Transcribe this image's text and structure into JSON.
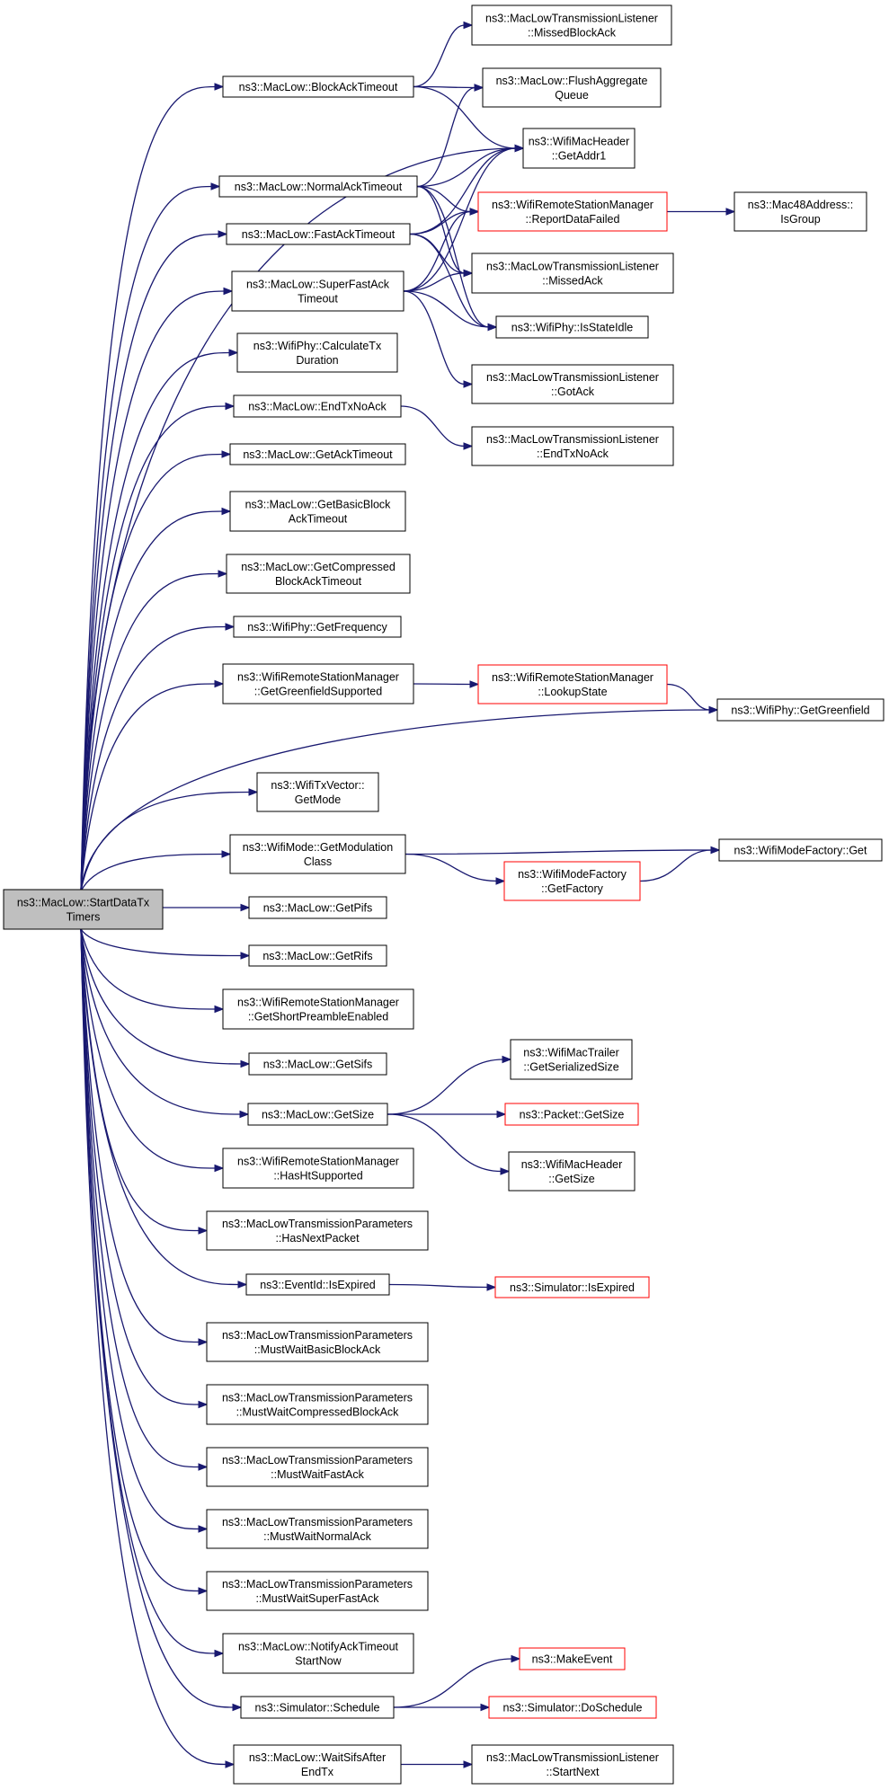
{
  "nodes": [
    {
      "id": "root",
      "lines": [
        "ns3::MacLow::StartDataTx",
        "Timers"
      ],
      "border": "root"
    },
    {
      "id": "blockAckTimeout",
      "lines": [
        "ns3::MacLow::BlockAckTimeout"
      ],
      "border": "black"
    },
    {
      "id": "normalAckTimeout",
      "lines": [
        "ns3::MacLow::NormalAckTimeout"
      ],
      "border": "black"
    },
    {
      "id": "fastAckTimeout",
      "lines": [
        "ns3::MacLow::FastAckTimeout"
      ],
      "border": "black"
    },
    {
      "id": "superFastAckTimeout",
      "lines": [
        "ns3::MacLow::SuperFastAck",
        "Timeout"
      ],
      "border": "black"
    },
    {
      "id": "calculateTxDuration",
      "lines": [
        "ns3::WifiPhy::CalculateTx",
        "Duration"
      ],
      "border": "black"
    },
    {
      "id": "endTxNoAck",
      "lines": [
        "ns3::MacLow::EndTxNoAck"
      ],
      "border": "black"
    },
    {
      "id": "getAckTimeout",
      "lines": [
        "ns3::MacLow::GetAckTimeout"
      ],
      "border": "black"
    },
    {
      "id": "getBasicBlockAckTimeout",
      "lines": [
        "ns3::MacLow::GetBasicBlock",
        "AckTimeout"
      ],
      "border": "black"
    },
    {
      "id": "getCompressedBlockAckTimeout",
      "lines": [
        "ns3::MacLow::GetCompressed",
        "BlockAckTimeout"
      ],
      "border": "black"
    },
    {
      "id": "getFrequency",
      "lines": [
        "ns3::WifiPhy::GetFrequency"
      ],
      "border": "black"
    },
    {
      "id": "getGreenfieldSupported",
      "lines": [
        "ns3::WifiRemoteStationManager",
        "::GetGreenfieldSupported"
      ],
      "border": "black"
    },
    {
      "id": "getMode",
      "lines": [
        "ns3::WifiTxVector::",
        "GetMode"
      ],
      "border": "black"
    },
    {
      "id": "getModulationClass",
      "lines": [
        "ns3::WifiMode::GetModulation",
        "Class"
      ],
      "border": "black"
    },
    {
      "id": "getPifs",
      "lines": [
        "ns3::MacLow::GetPifs"
      ],
      "border": "black"
    },
    {
      "id": "getRifs",
      "lines": [
        "ns3::MacLow::GetRifs"
      ],
      "border": "black"
    },
    {
      "id": "getShortPreambleEnabled",
      "lines": [
        "ns3::WifiRemoteStationManager",
        "::GetShortPreambleEnabled"
      ],
      "border": "black"
    },
    {
      "id": "getSifs",
      "lines": [
        "ns3::MacLow::GetSifs"
      ],
      "border": "black"
    },
    {
      "id": "getSize",
      "lines": [
        "ns3::MacLow::GetSize"
      ],
      "border": "black"
    },
    {
      "id": "hasHtSupported",
      "lines": [
        "ns3::WifiRemoteStationManager",
        "::HasHtSupported"
      ],
      "border": "black"
    },
    {
      "id": "hasNextPacket",
      "lines": [
        "ns3::MacLowTransmissionParameters",
        "::HasNextPacket"
      ],
      "border": "black"
    },
    {
      "id": "isExpired",
      "lines": [
        "ns3::EventId::IsExpired"
      ],
      "border": "black"
    },
    {
      "id": "mustWaitBasicBlockAck",
      "lines": [
        "ns3::MacLowTransmissionParameters",
        "::MustWaitBasicBlockAck"
      ],
      "border": "black"
    },
    {
      "id": "mustWaitCompressedBlockAck",
      "lines": [
        "ns3::MacLowTransmissionParameters",
        "::MustWaitCompressedBlockAck"
      ],
      "border": "black"
    },
    {
      "id": "mustWaitFastAck",
      "lines": [
        "ns3::MacLowTransmissionParameters",
        "::MustWaitFastAck"
      ],
      "border": "black"
    },
    {
      "id": "mustWaitNormalAck",
      "lines": [
        "ns3::MacLowTransmissionParameters",
        "::MustWaitNormalAck"
      ],
      "border": "black"
    },
    {
      "id": "mustWaitSuperFastAck",
      "lines": [
        "ns3::MacLowTransmissionParameters",
        "::MustWaitSuperFastAck"
      ],
      "border": "black"
    },
    {
      "id": "notifyAckTimeoutStartNow",
      "lines": [
        "ns3::MacLow::NotifyAckTimeout",
        "StartNow"
      ],
      "border": "black"
    },
    {
      "id": "schedule",
      "lines": [
        "ns3::Simulator::Schedule"
      ],
      "border": "black"
    },
    {
      "id": "waitSifsAfterEndTx",
      "lines": [
        "ns3::MacLow::WaitSifsAfter",
        "EndTx"
      ],
      "border": "black"
    },
    {
      "id": "missedBlockAck",
      "lines": [
        "ns3::MacLowTransmissionListener",
        "::MissedBlockAck"
      ],
      "border": "black"
    },
    {
      "id": "flushAggregateQueue",
      "lines": [
        "ns3::MacLow::FlushAggregate",
        "Queue"
      ],
      "border": "black"
    },
    {
      "id": "getAddr1",
      "lines": [
        "ns3::WifiMacHeader",
        "::GetAddr1"
      ],
      "border": "black"
    },
    {
      "id": "reportDataFailed",
      "lines": [
        "ns3::WifiRemoteStationManager",
        "::ReportDataFailed"
      ],
      "border": "red"
    },
    {
      "id": "missedAck",
      "lines": [
        "ns3::MacLowTransmissionListener",
        "::MissedAck"
      ],
      "border": "black"
    },
    {
      "id": "isStateIdle",
      "lines": [
        "ns3::WifiPhy::IsStateIdle"
      ],
      "border": "black"
    },
    {
      "id": "gotAck",
      "lines": [
        "ns3::MacLowTransmissionListener",
        "::GotAck"
      ],
      "border": "black"
    },
    {
      "id": "listenerEndTxNoAck",
      "lines": [
        "ns3::MacLowTransmissionListener",
        "::EndTxNoAck"
      ],
      "border": "black"
    },
    {
      "id": "lookupState",
      "lines": [
        "ns3::WifiRemoteStationManager",
        "::LookupState"
      ],
      "border": "red"
    },
    {
      "id": "getFactory",
      "lines": [
        "ns3::WifiModeFactory",
        "::GetFactory"
      ],
      "border": "red"
    },
    {
      "id": "getSerializedSize",
      "lines": [
        "ns3::WifiMacTrailer",
        "::GetSerializedSize"
      ],
      "border": "black"
    },
    {
      "id": "packetGetSize",
      "lines": [
        "ns3::Packet::GetSize"
      ],
      "border": "red"
    },
    {
      "id": "headerGetSize",
      "lines": [
        "ns3::WifiMacHeader",
        "::GetSize"
      ],
      "border": "black"
    },
    {
      "id": "simulatorIsExpired",
      "lines": [
        "ns3::Simulator::IsExpired"
      ],
      "border": "red"
    },
    {
      "id": "makeEvent",
      "lines": [
        "ns3::MakeEvent"
      ],
      "border": "red"
    },
    {
      "id": "doSchedule",
      "lines": [
        "ns3::Simulator::DoSchedule"
      ],
      "border": "red"
    },
    {
      "id": "startNext",
      "lines": [
        "ns3::MacLowTransmissionListener",
        "::StartNext"
      ],
      "border": "black"
    },
    {
      "id": "isGroup",
      "lines": [
        "ns3::Mac48Address::",
        "IsGroup"
      ],
      "border": "black"
    },
    {
      "id": "getGreenfield",
      "lines": [
        "ns3::WifiPhy::GetGreenfield"
      ],
      "border": "black"
    },
    {
      "id": "modeFactoryGet",
      "lines": [
        "ns3::WifiModeFactory::Get"
      ],
      "border": "black"
    }
  ],
  "edges": [
    [
      "root",
      "blockAckTimeout"
    ],
    [
      "root",
      "getAddr1"
    ],
    [
      "root",
      "normalAckTimeout"
    ],
    [
      "root",
      "fastAckTimeout"
    ],
    [
      "root",
      "superFastAckTimeout"
    ],
    [
      "root",
      "calculateTxDuration"
    ],
    [
      "root",
      "endTxNoAck"
    ],
    [
      "root",
      "getAckTimeout"
    ],
    [
      "root",
      "getBasicBlockAckTimeout"
    ],
    [
      "root",
      "getCompressedBlockAckTimeout"
    ],
    [
      "root",
      "getFrequency"
    ],
    [
      "root",
      "getGreenfieldSupported"
    ],
    [
      "root",
      "getGreenfield"
    ],
    [
      "root",
      "getMode"
    ],
    [
      "root",
      "getModulationClass"
    ],
    [
      "root",
      "getPifs"
    ],
    [
      "root",
      "getRifs"
    ],
    [
      "root",
      "getShortPreambleEnabled"
    ],
    [
      "root",
      "getSifs"
    ],
    [
      "root",
      "getSize"
    ],
    [
      "root",
      "hasHtSupported"
    ],
    [
      "root",
      "hasNextPacket"
    ],
    [
      "root",
      "isExpired"
    ],
    [
      "root",
      "mustWaitBasicBlockAck"
    ],
    [
      "root",
      "mustWaitCompressedBlockAck"
    ],
    [
      "root",
      "mustWaitFastAck"
    ],
    [
      "root",
      "mustWaitNormalAck"
    ],
    [
      "root",
      "mustWaitSuperFastAck"
    ],
    [
      "root",
      "notifyAckTimeoutStartNow"
    ],
    [
      "root",
      "schedule"
    ],
    [
      "root",
      "waitSifsAfterEndTx"
    ],
    [
      "blockAckTimeout",
      "missedBlockAck"
    ],
    [
      "blockAckTimeout",
      "flushAggregateQueue"
    ],
    [
      "blockAckTimeout",
      "getAddr1"
    ],
    [
      "normalAckTimeout",
      "flushAggregateQueue"
    ],
    [
      "normalAckTimeout",
      "getAddr1"
    ],
    [
      "normalAckTimeout",
      "reportDataFailed"
    ],
    [
      "normalAckTimeout",
      "missedAck"
    ],
    [
      "normalAckTimeout",
      "isStateIdle"
    ],
    [
      "fastAckTimeout",
      "getAddr1"
    ],
    [
      "fastAckTimeout",
      "reportDataFailed"
    ],
    [
      "fastAckTimeout",
      "missedAck"
    ],
    [
      "fastAckTimeout",
      "isStateIdle"
    ],
    [
      "superFastAckTimeout",
      "getAddr1"
    ],
    [
      "superFastAckTimeout",
      "reportDataFailed"
    ],
    [
      "superFastAckTimeout",
      "missedAck"
    ],
    [
      "superFastAckTimeout",
      "isStateIdle"
    ],
    [
      "superFastAckTimeout",
      "gotAck"
    ],
    [
      "reportDataFailed",
      "isGroup"
    ],
    [
      "endTxNoAck",
      "listenerEndTxNoAck"
    ],
    [
      "getGreenfieldSupported",
      "lookupState"
    ],
    [
      "lookupState",
      "getGreenfield"
    ],
    [
      "getModulationClass",
      "modeFactoryGet"
    ],
    [
      "getModulationClass",
      "getFactory"
    ],
    [
      "getFactory",
      "modeFactoryGet"
    ],
    [
      "getSize",
      "getSerializedSize"
    ],
    [
      "getSize",
      "packetGetSize"
    ],
    [
      "getSize",
      "headerGetSize"
    ],
    [
      "isExpired",
      "simulatorIsExpired"
    ],
    [
      "schedule",
      "makeEvent"
    ],
    [
      "schedule",
      "doSchedule"
    ],
    [
      "waitSifsAfterEndTx",
      "startNext"
    ]
  ]
}
